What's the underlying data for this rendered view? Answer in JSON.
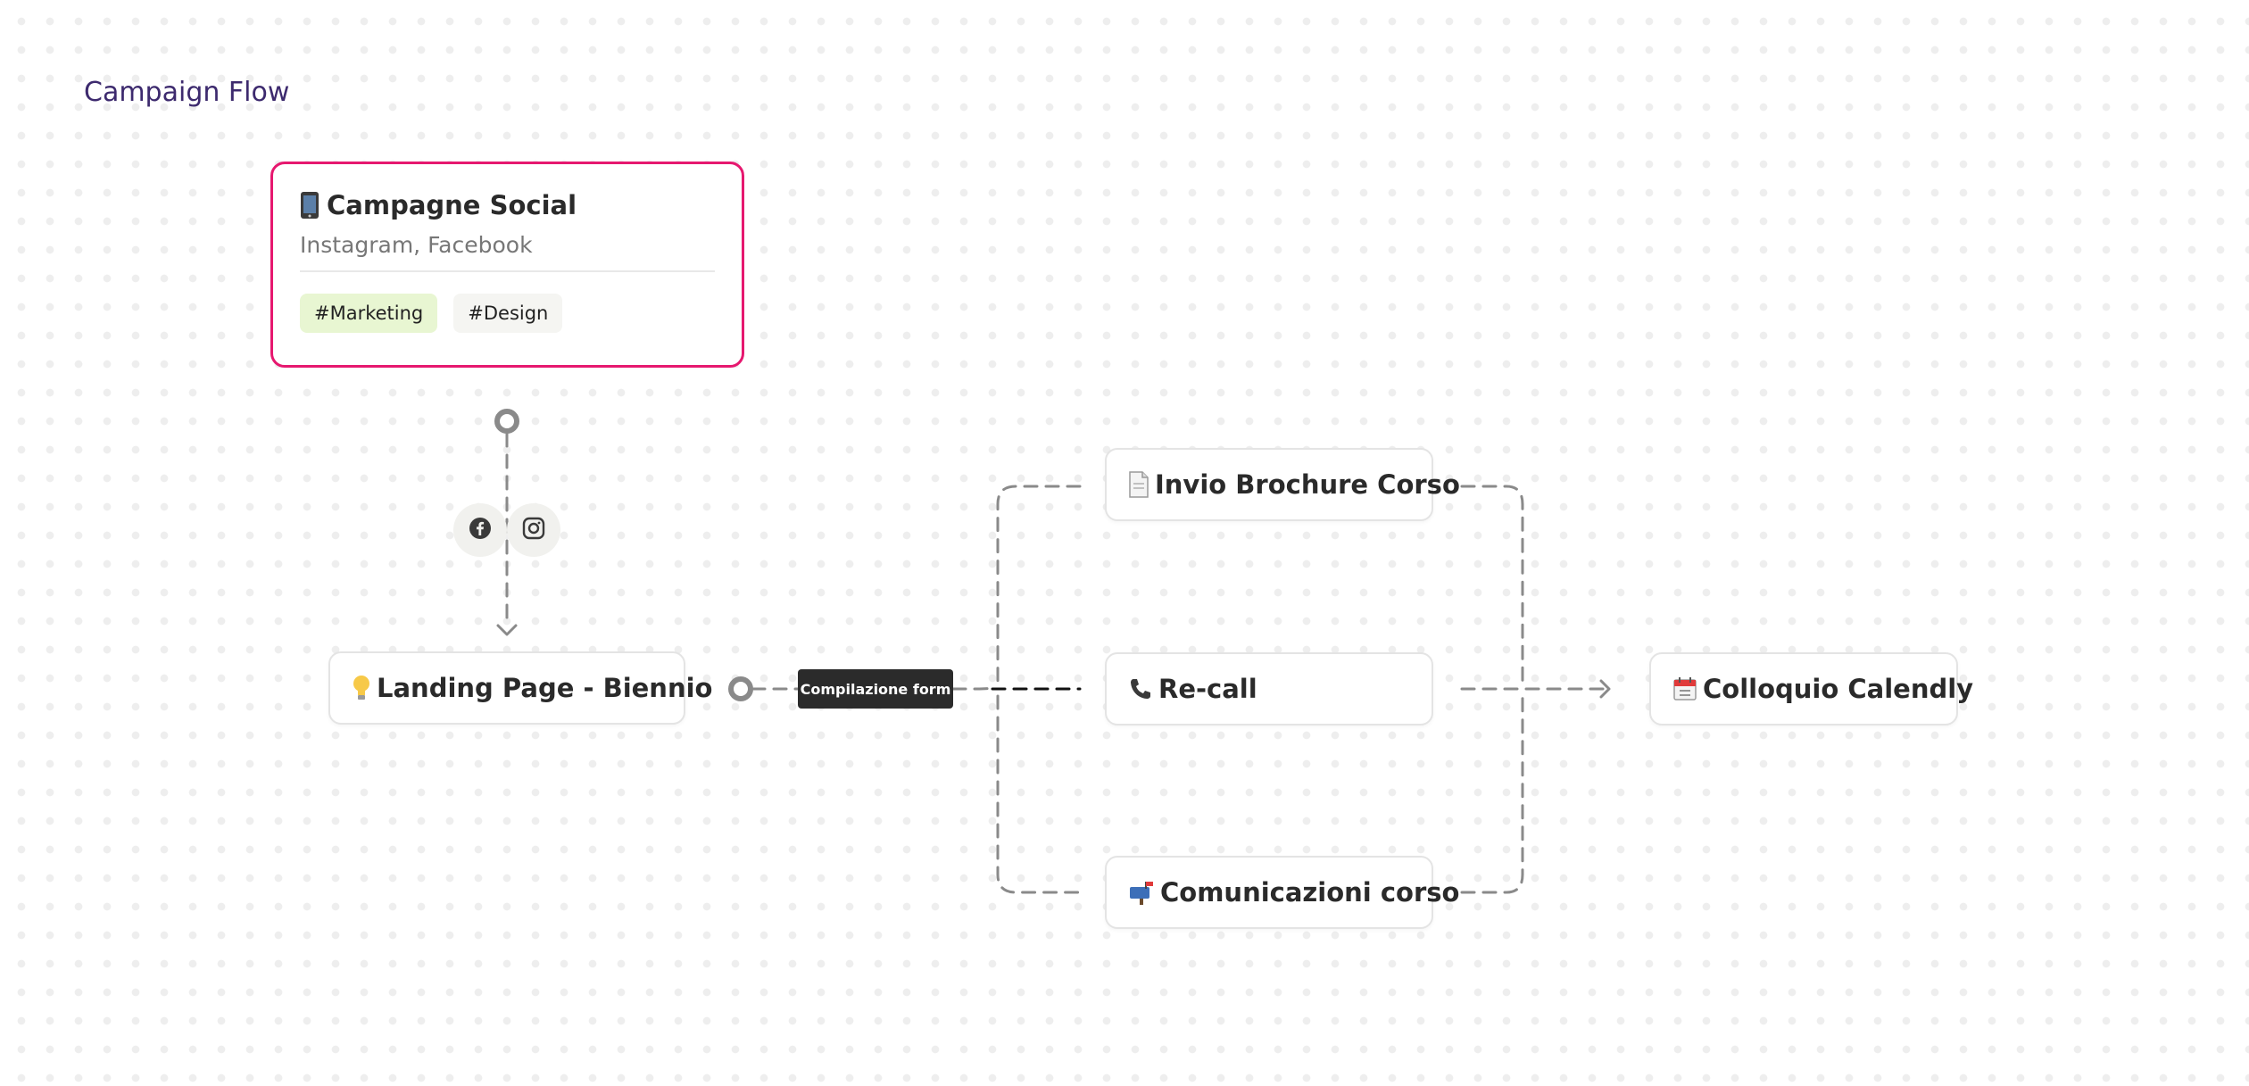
{
  "page": {
    "title": "Campaign Flow"
  },
  "source_card": {
    "icon": "mobile-phone-icon",
    "title": "Campagne Social",
    "subtitle": "Instagram, Facebook",
    "tags": [
      "#Marketing",
      "#Design"
    ],
    "accent_color": "#e6186f"
  },
  "social_icons": [
    "facebook-icon",
    "instagram-icon"
  ],
  "nodes": {
    "landing": {
      "icon": "light-bulb-icon",
      "label": "Landing Page - Biennio"
    },
    "brochure": {
      "icon": "document-icon",
      "label": "Invio Brochure Corso"
    },
    "recall": {
      "icon": "telephone-icon",
      "label": "Re-call"
    },
    "comunicazioni": {
      "icon": "mailbox-icon",
      "label": "Comunicazioni corso"
    },
    "calendly": {
      "icon": "calendar-icon",
      "label": "Colloquio Calendly"
    }
  },
  "edge_label": "Compilazione form",
  "colors": {
    "title": "#3d2a6e",
    "connector": "#8a8a8a",
    "tag_marketing_bg": "#e8f6d2",
    "tag_design_bg": "#f5f5f2",
    "edge_label_bg": "#2b2b2b"
  }
}
